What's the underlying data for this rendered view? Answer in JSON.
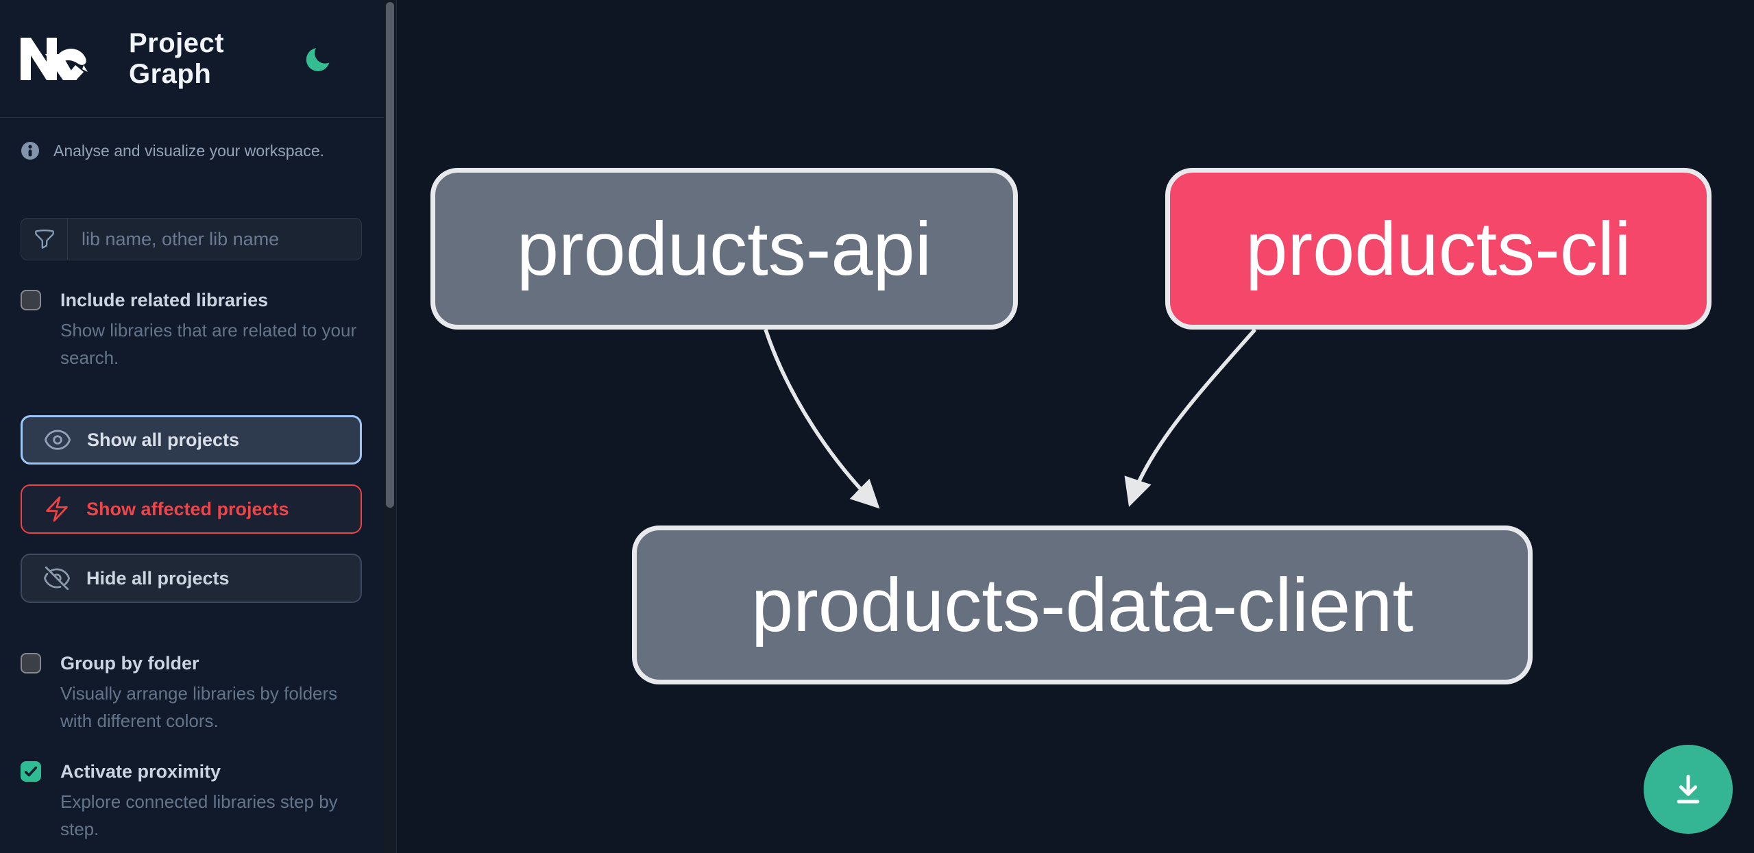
{
  "header": {
    "logo": "Nx",
    "title": "Project Graph",
    "theme_toggle": "dark-mode-moon"
  },
  "sidebar": {
    "tagline": "Analyse and visualize your workspace.",
    "search": {
      "placeholder": "lib name, other lib name",
      "value": ""
    },
    "toggles": [
      {
        "label": "Include related libraries",
        "description": "Show libraries that are related to your search.",
        "checked": false
      },
      {
        "label": "Group by folder",
        "description": "Visually arrange libraries by folders with different colors.",
        "checked": false
      },
      {
        "label": "Activate proximity",
        "description": "Explore connected libraries step by step.",
        "checked": true
      }
    ],
    "buttons": [
      {
        "label": "Show all projects",
        "icon": "eye-icon",
        "state": "focused"
      },
      {
        "label": "Show affected projects",
        "icon": "bolt-icon",
        "state": "affected"
      },
      {
        "label": "Hide all projects",
        "icon": "eye-slash-icon",
        "state": "default"
      }
    ]
  },
  "graph": {
    "nodes": [
      {
        "id": "products-api",
        "label": "products-api",
        "status": "default"
      },
      {
        "id": "products-cli",
        "label": "products-cli",
        "status": "affected"
      },
      {
        "id": "products-data-client",
        "label": "products-data-client",
        "status": "default"
      }
    ],
    "edges": [
      {
        "from": "products-api",
        "to": "products-data-client"
      },
      {
        "from": "products-cli",
        "to": "products-data-client"
      }
    ]
  },
  "fab": {
    "icon": "download-icon"
  },
  "colors": {
    "sidebar_bg": "#111a2b",
    "canvas_bg": "#0f1623",
    "node_default": "#67707f",
    "node_affected": "#f5476a",
    "node_border": "#e8e9ec",
    "edge": "#e6e7e9",
    "accent_green": "#34b694",
    "accent_blue_border": "#9dc6f7",
    "accent_red": "#ee4245",
    "checkbox_checked": "#2ebd92"
  }
}
